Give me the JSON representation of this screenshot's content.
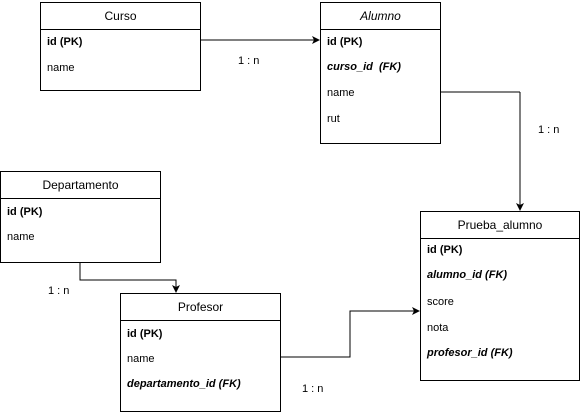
{
  "entities": {
    "curso": {
      "title": "Curso",
      "fields": [
        "id (PK)",
        "name"
      ]
    },
    "alumno": {
      "title": "Alumno",
      "fields": [
        "id (PK)",
        "curso_id  (FK)",
        "name",
        "rut"
      ]
    },
    "departamento": {
      "title": "Departamento",
      "fields": [
        "id (PK)",
        "name"
      ]
    },
    "profesor": {
      "title": "Profesor",
      "fields": [
        "id (PK)",
        "name",
        "departamento_id (FK)"
      ]
    },
    "prueba_alumno": {
      "title": "Prueba_alumno",
      "fields": [
        "id (PK)",
        "alumno_id (FK)",
        "score",
        "nota",
        "profesor_id (FK)"
      ]
    }
  },
  "relations": [
    {
      "from": "Curso",
      "to": "Alumno",
      "label": "1 : n"
    },
    {
      "from": "Alumno",
      "to": "Prueba_alumno",
      "label": "1 : n"
    },
    {
      "from": "Departamento",
      "to": "Profesor",
      "label": "1 : n"
    },
    {
      "from": "Profesor",
      "to": "Prueba_alumno",
      "label": "1 : n"
    }
  ],
  "colors": {
    "line": "#000000",
    "background": "#ffffff"
  }
}
